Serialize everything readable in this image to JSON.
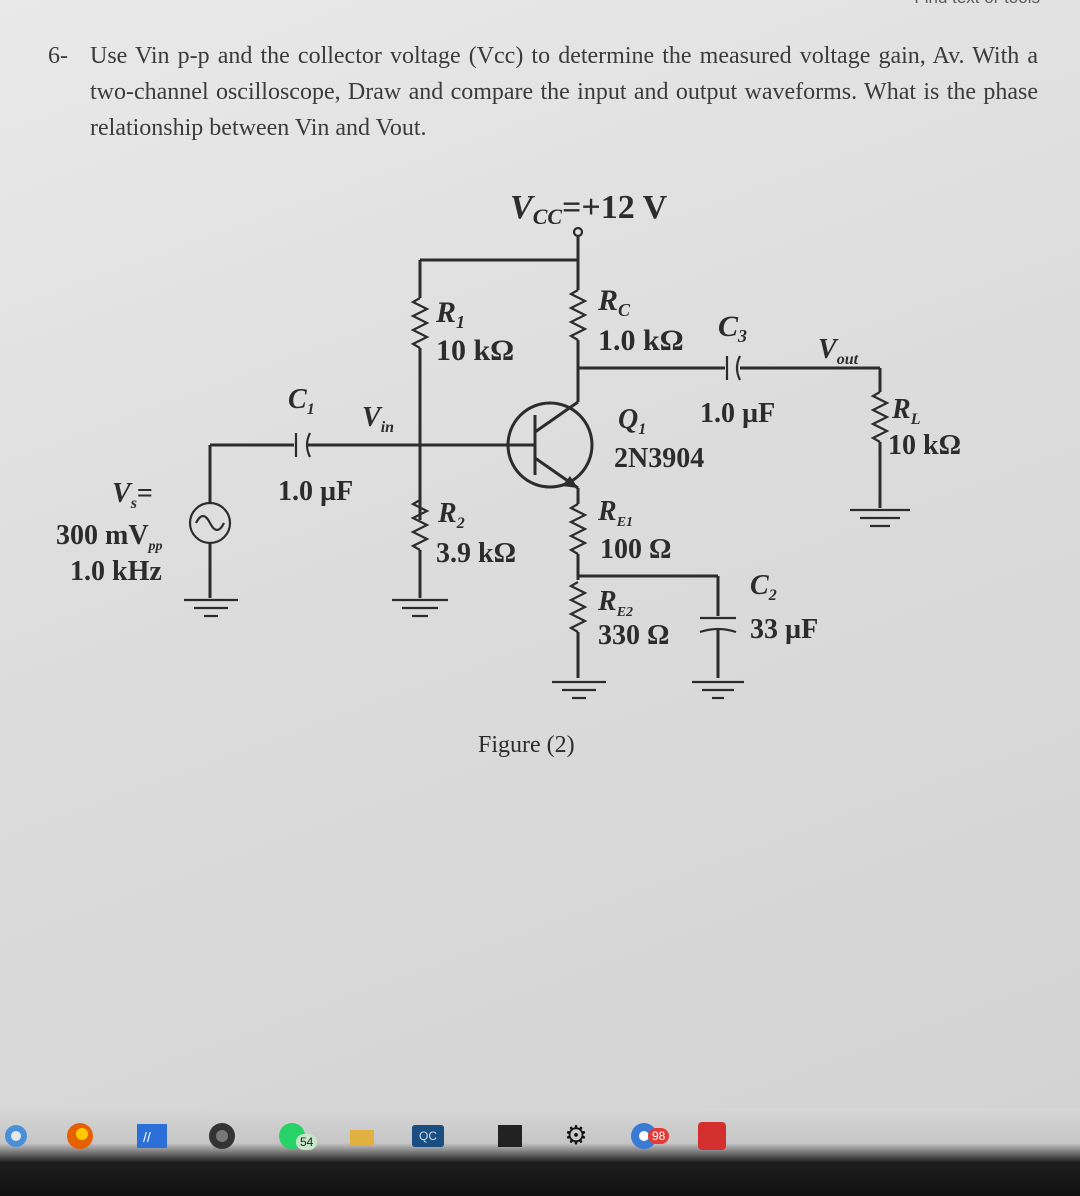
{
  "header": {
    "corner_text": "Find text or tools"
  },
  "question": {
    "number": "6-",
    "text": "Use Vin p-p and the collector voltage (Vcc) to determine the measured voltage gain, Av. With a two-channel oscilloscope, Draw and compare the input and output waveforms. What is the phase relationship between Vin and Vout."
  },
  "circuit": {
    "vcc_label": "V",
    "vcc_sub": "CC",
    "vcc_value": "=+12 V",
    "r1_name": "R",
    "r1_sub": "1",
    "r1_value": "10 kΩ",
    "r2_name": "R",
    "r2_sub": "2",
    "r2_value": "3.9 kΩ",
    "rc_name": "R",
    "rc_sub": "C",
    "rc_value": "1.0 kΩ",
    "re1_name": "R",
    "re1_sub": "E1",
    "re1_value": "100 Ω",
    "re2_name": "R",
    "re2_sub": "E2",
    "re2_value": "330 Ω",
    "rl_name": "R",
    "rl_sub": "L",
    "rl_value": "10 kΩ",
    "c1_name": "C",
    "c1_sub": "1",
    "c1_value": "1.0 µF",
    "c2_name": "C",
    "c2_sub": "2",
    "c2_value": "33 µF",
    "c3_name": "C",
    "c3_sub": "3",
    "c3_value": "1.0 µF",
    "q_name": "Q",
    "q_sub": "1",
    "q_part": "2N3904",
    "vin_label": "V",
    "vin_sub": "in",
    "vout_label": "V",
    "vout_sub": "out",
    "vs_label": "V",
    "vs_sub": "s",
    "vs_eq": "=",
    "vs_amp": "300 mV",
    "vs_amp_sub": "pp",
    "vs_freq": "1.0 kHz",
    "figure_caption": "Figure (2)"
  },
  "taskbar": {
    "whatsapp_badge": "54",
    "qc_label": "QC",
    "chrome_badge": "98",
    "icons": [
      "browser-icon",
      "firefox-icon",
      "app-icon",
      "obs-icon",
      "whatsapp-icon",
      "file-icon",
      "qc-icon",
      "terminal-icon",
      "settings-gear-icon",
      "chrome-icon",
      "pdf-reader-icon"
    ]
  }
}
